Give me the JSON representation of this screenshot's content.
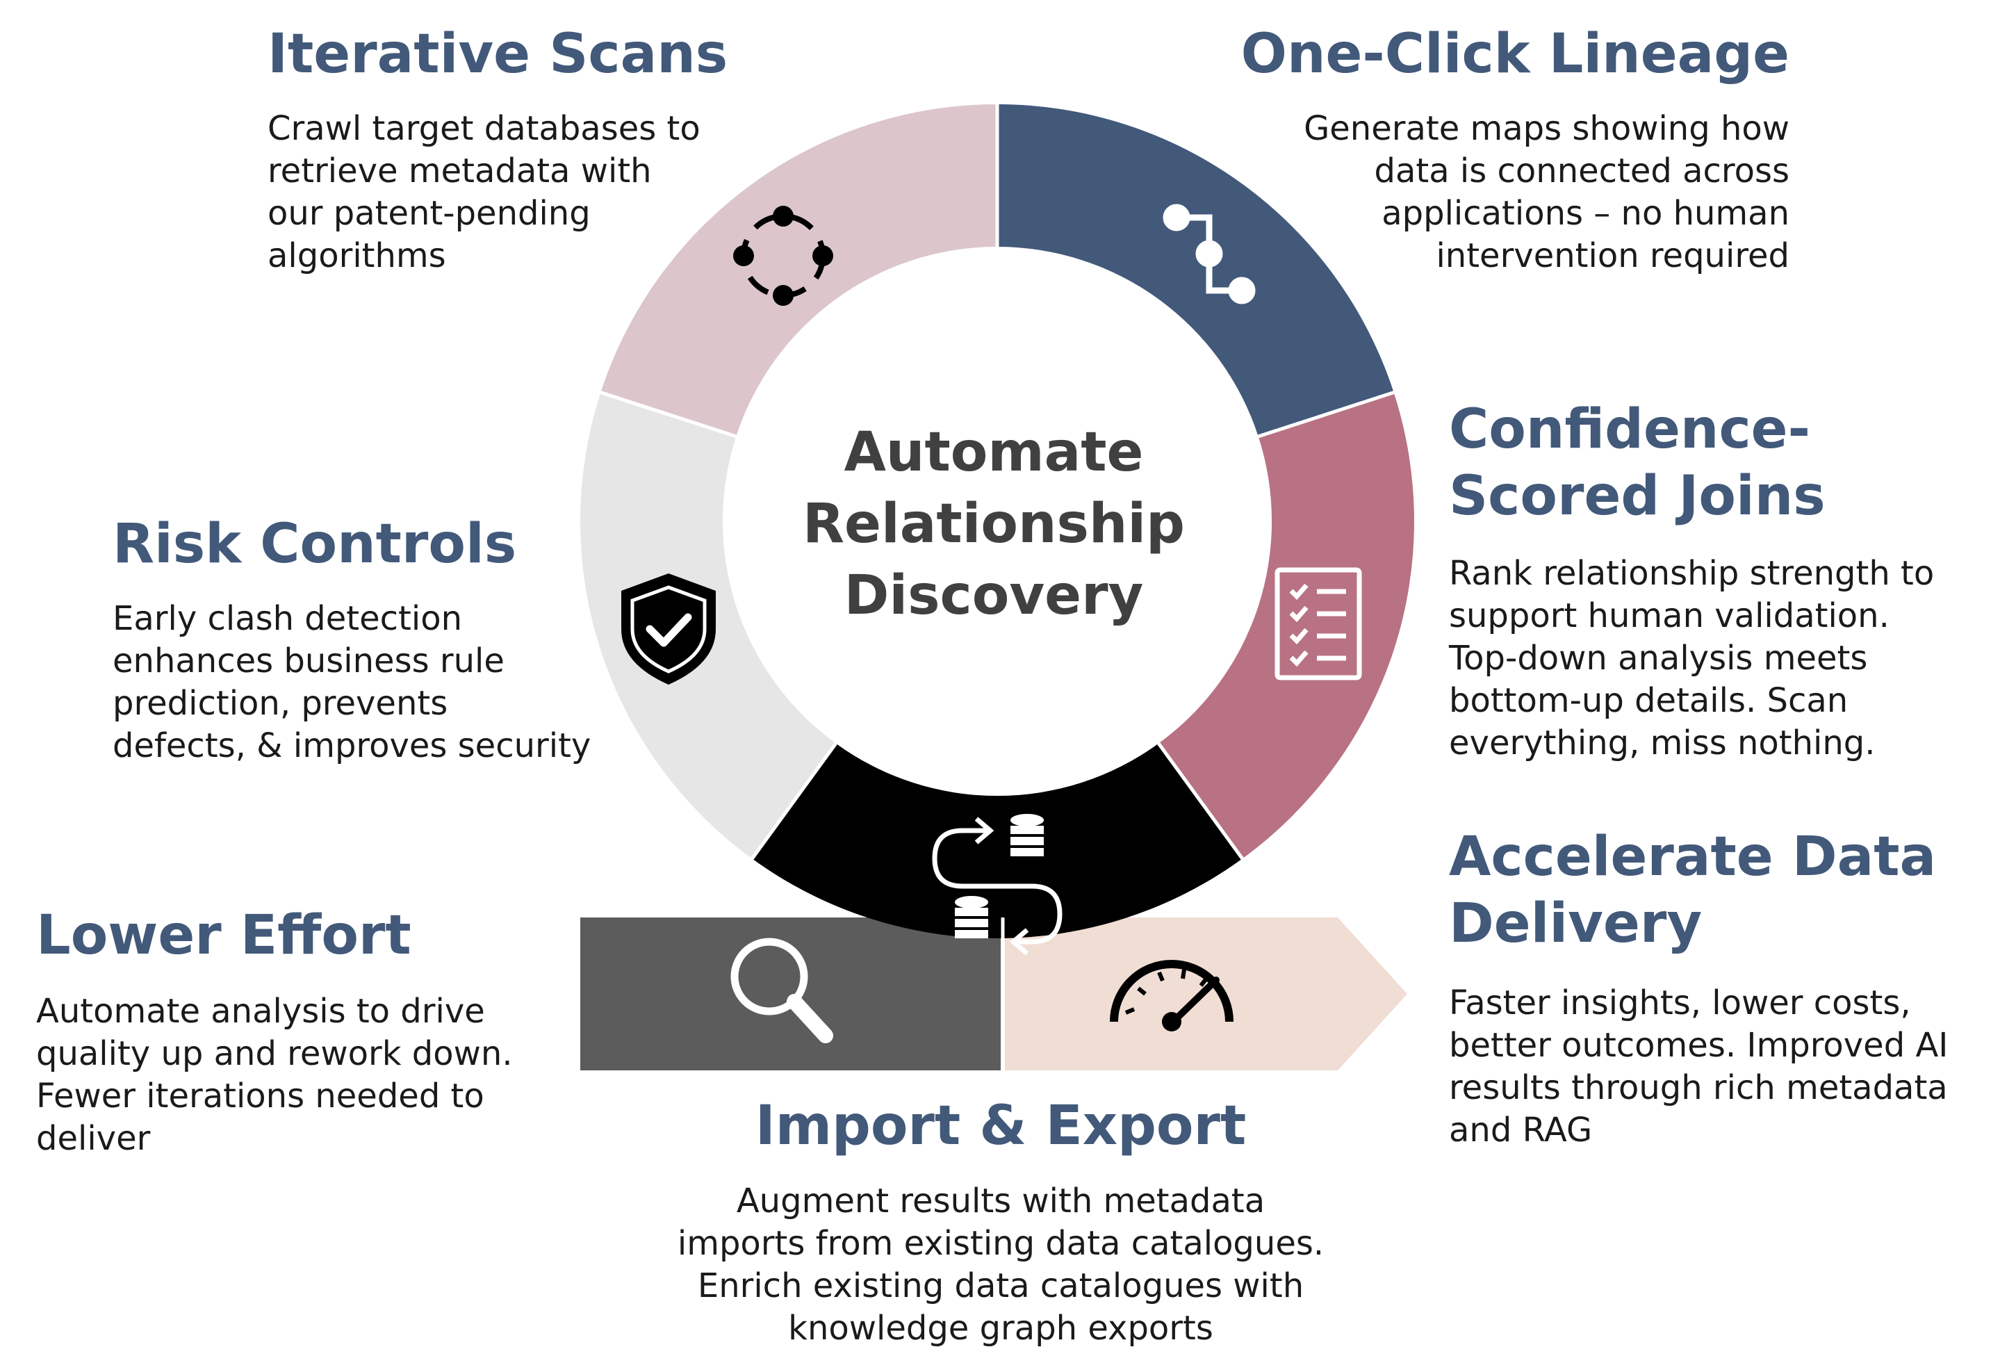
{
  "center": {
    "lines": [
      "Automate",
      "Relationship",
      "Discovery"
    ]
  },
  "colors": {
    "heading": "#42597a",
    "iterative": "#dcc6cb",
    "lineage": "#42597a",
    "confidence": "#b87283",
    "delivery": "#000000",
    "risk": "#e6e6e6",
    "lower_effort_arrow": "#5c5c5c",
    "accelerate_arrow": "#f0ddd4"
  },
  "sections": {
    "iterative_scans": {
      "title": "Iterative Scans",
      "body": [
        "Crawl target databases to",
        "retrieve metadata with",
        "our patent-pending",
        "algorithms"
      ],
      "icon": "scan-nodes-icon"
    },
    "one_click_lineage": {
      "title": "One-Click Lineage",
      "body": [
        "Generate maps showing how",
        "data is connected across",
        "applications – no human",
        "intervention required"
      ],
      "icon": "lineage-path-icon"
    },
    "confidence_scored_joins": {
      "title": [
        "Confidence-",
        "Scored Joins"
      ],
      "body": [
        "Rank relationship strength to",
        "support human validation.",
        "Top-down analysis meets",
        "bottom-up details. Scan",
        "everything, miss nothing."
      ],
      "icon": "checklist-icon"
    },
    "risk_controls": {
      "title": "Risk Controls",
      "body": [
        "Early clash detection",
        "enhances business rule",
        "prediction, prevents",
        "defects, & improves security"
      ],
      "icon": "shield-check-icon"
    },
    "import_export": {
      "title": "Import & Export",
      "body": [
        "Augment results with metadata",
        "imports from existing data catalogues.",
        "Enrich existing data catalogues with",
        "knowledge graph exports"
      ],
      "icon": "database-exchange-icon"
    },
    "lower_effort": {
      "title": "Lower Effort",
      "body": [
        "Automate analysis to drive",
        "quality up and rework down.",
        "Fewer iterations needed to",
        "deliver"
      ],
      "icon": "magnifier-icon"
    },
    "accelerate_data_delivery": {
      "title": [
        "Accelerate Data",
        "Delivery"
      ],
      "body": [
        "Faster insights, lower costs,",
        "better outcomes. Improved AI",
        "results through rich metadata",
        "and RAG"
      ],
      "icon": "speedometer-icon"
    }
  }
}
